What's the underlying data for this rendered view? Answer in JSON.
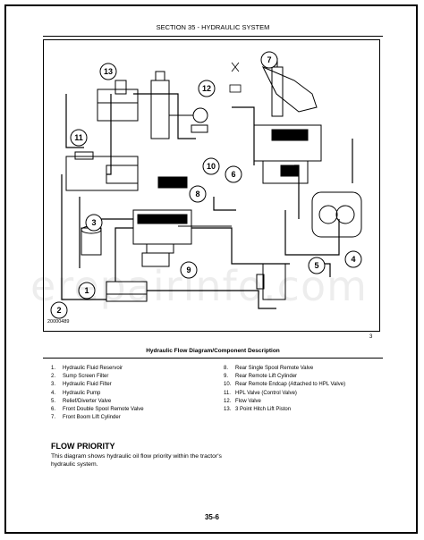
{
  "header": {
    "section_title": "SECTION 35 - HYDRAULIC SYSTEM"
  },
  "diagram": {
    "figure_code": "20000489",
    "figure_number": "3",
    "callouts": [
      "1",
      "2",
      "3",
      "4",
      "5",
      "6",
      "7",
      "8",
      "9",
      "10",
      "11",
      "12",
      "13"
    ],
    "watermark": "erepairinfo.com"
  },
  "caption": "Hydraulic Flow Diagram/Component Description",
  "legend_left": [
    {
      "num": "1.",
      "text": "Hydraulic Fluid Reservoir"
    },
    {
      "num": "2.",
      "text": "Sump Screen Filter"
    },
    {
      "num": "3.",
      "text": "Hydraulic Fluid Filter"
    },
    {
      "num": "4.",
      "text": "Hydraulic Pump"
    },
    {
      "num": "5.",
      "text": "Relief/Diverter Valve"
    },
    {
      "num": "6.",
      "text": "Front Double Spool Remote Valve"
    },
    {
      "num": "7.",
      "text": "Front Boom Lift Cylinder"
    }
  ],
  "legend_right": [
    {
      "num": "8.",
      "text": "Rear Single Spool Remote Valve"
    },
    {
      "num": "9.",
      "text": "Rear Remote Lift Cylinder"
    },
    {
      "num": "10.",
      "text": "Rear Remote Endcap (Attached to HPL Valve)"
    },
    {
      "num": "11.",
      "text": "HPL Valve (Control Valve)"
    },
    {
      "num": "12.",
      "text": "Flow Valve"
    },
    {
      "num": "13.",
      "text": "3 Point Hitch Lift Piston"
    }
  ],
  "section": {
    "title": "FLOW PRIORITY",
    "body": "This diagram shows hydraulic oil flow priority within the tractor's hydraulic system."
  },
  "page_number": "35-6"
}
